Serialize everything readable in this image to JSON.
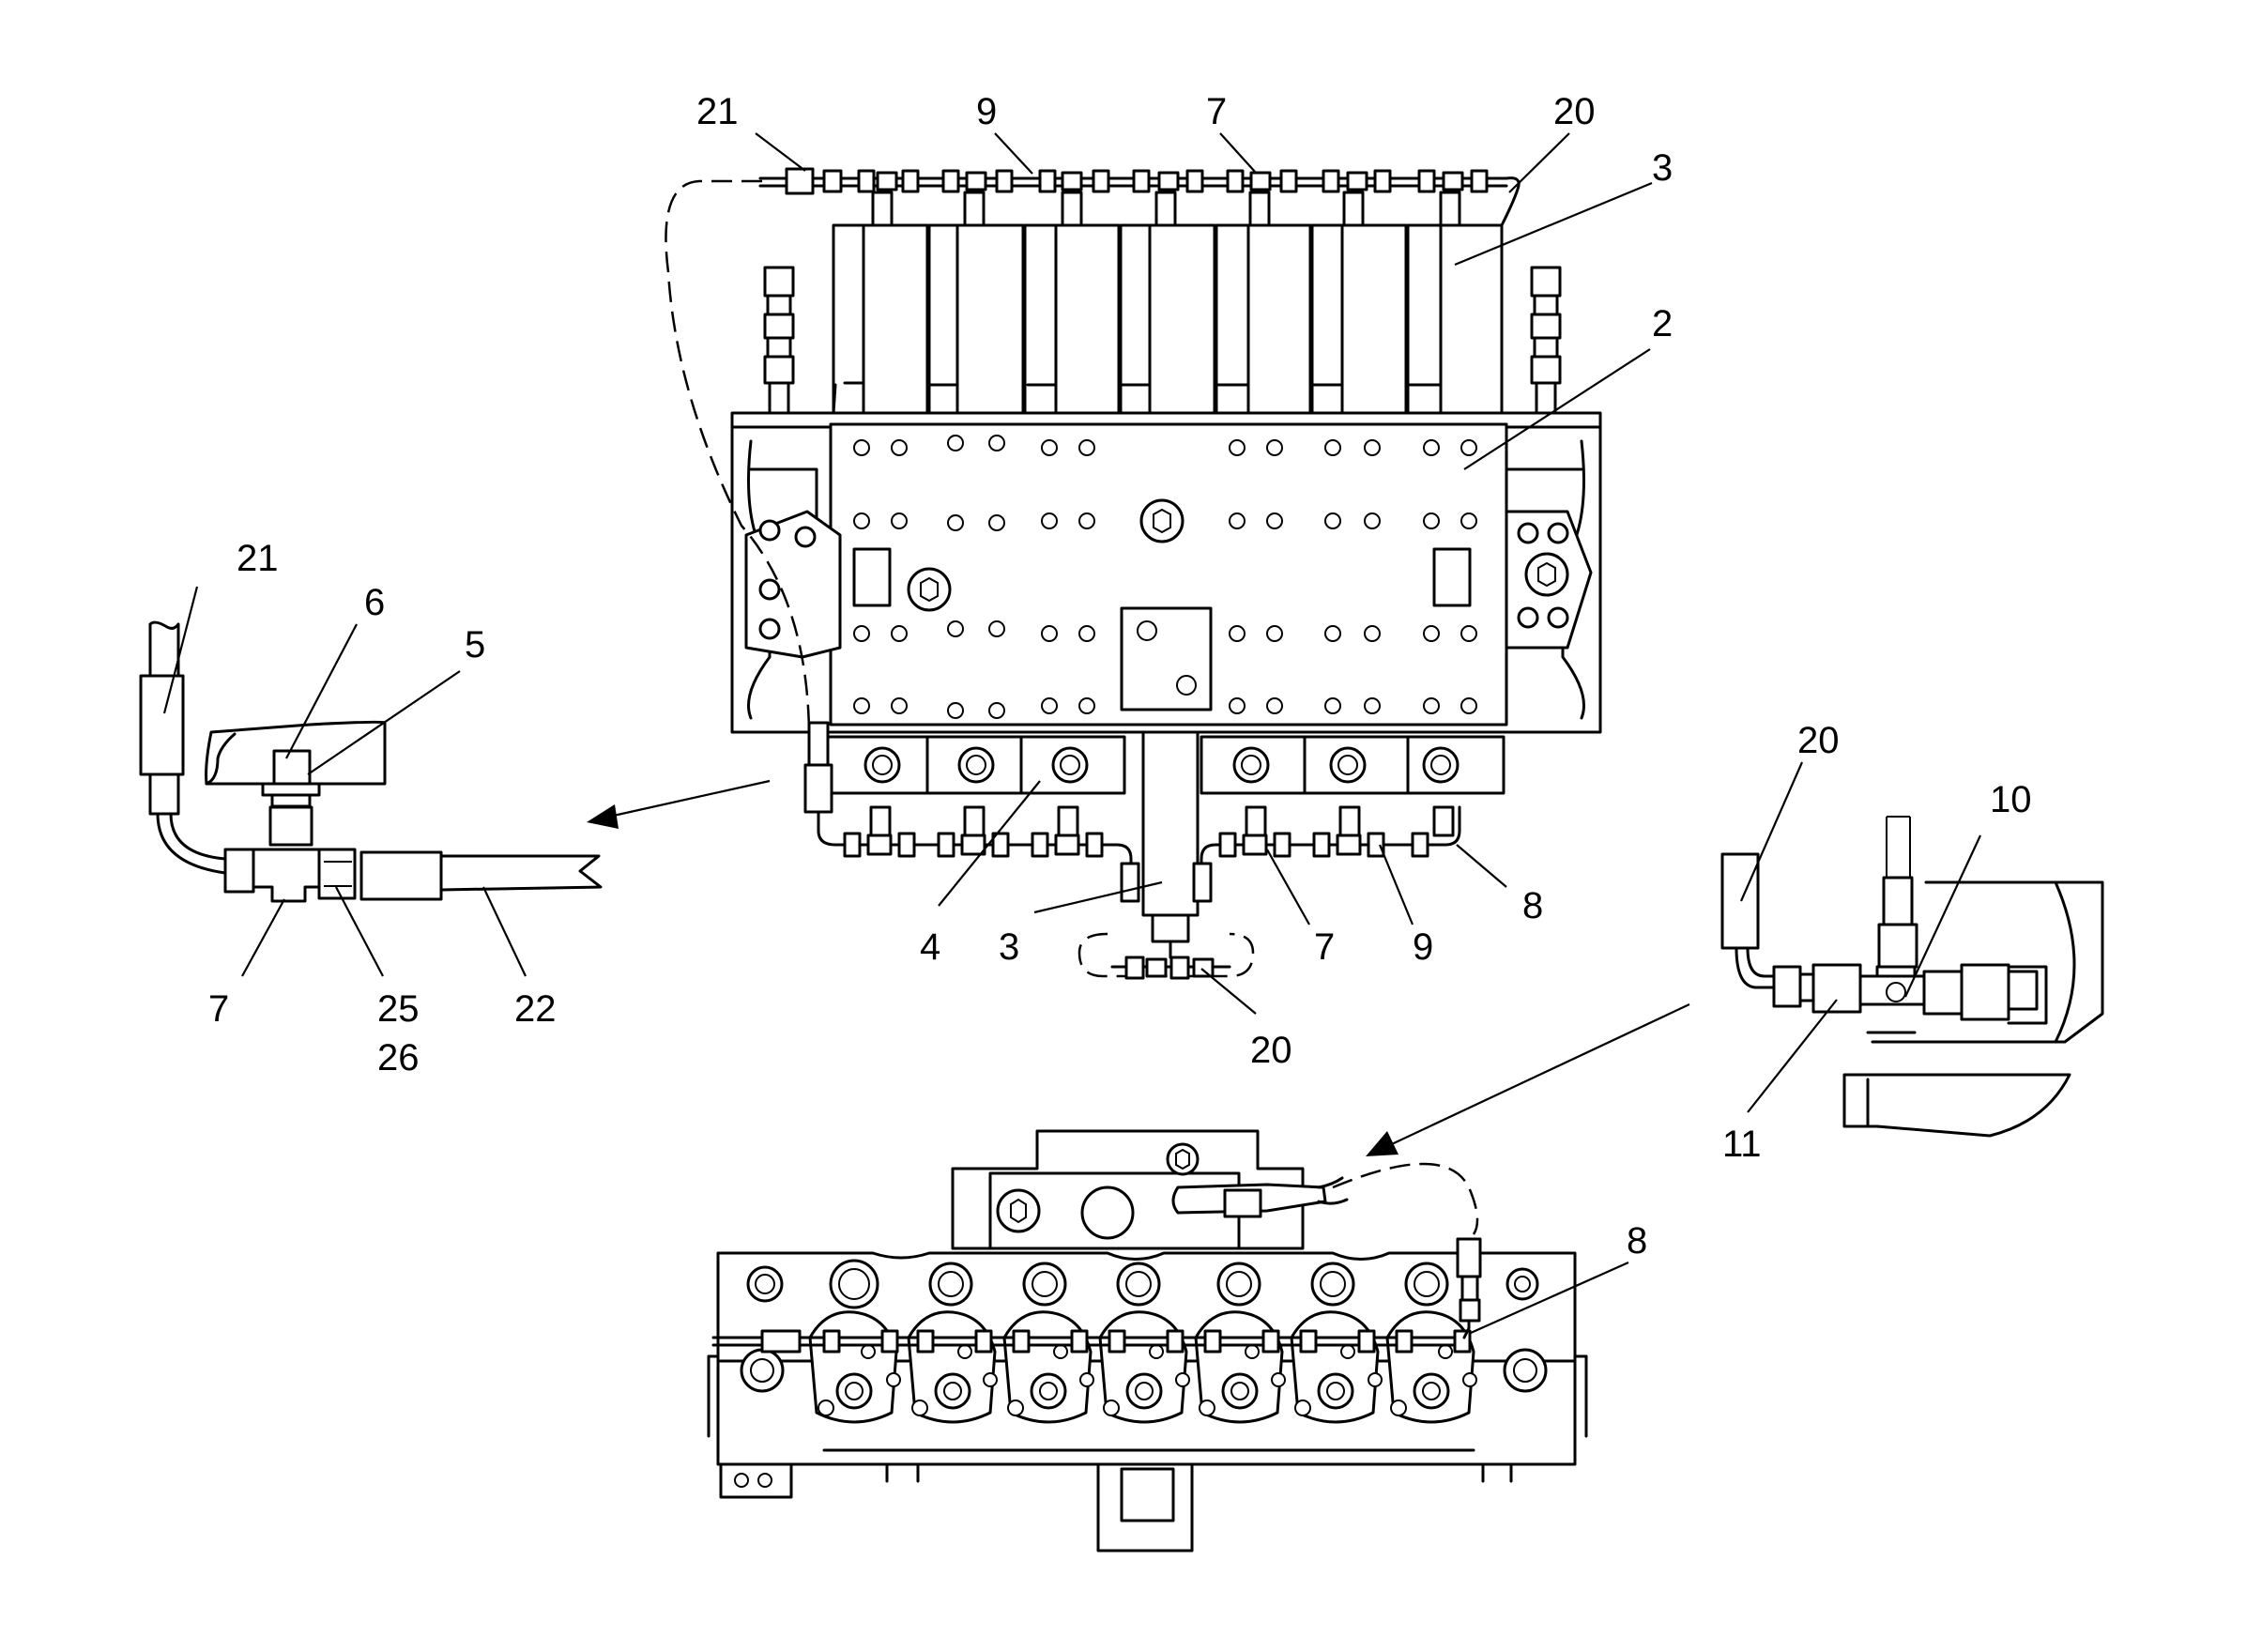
{
  "callouts": {
    "top": [
      "21",
      "9",
      "7",
      "20",
      "3",
      "2"
    ],
    "bottom": [
      "4",
      "3",
      "7",
      "9",
      "8",
      "20"
    ],
    "left_detail": [
      "21",
      "6",
      "5",
      "7",
      "25",
      "26",
      "22"
    ],
    "right_detail": [
      "20",
      "10",
      "11"
    ],
    "lower_view": [
      "8"
    ]
  }
}
